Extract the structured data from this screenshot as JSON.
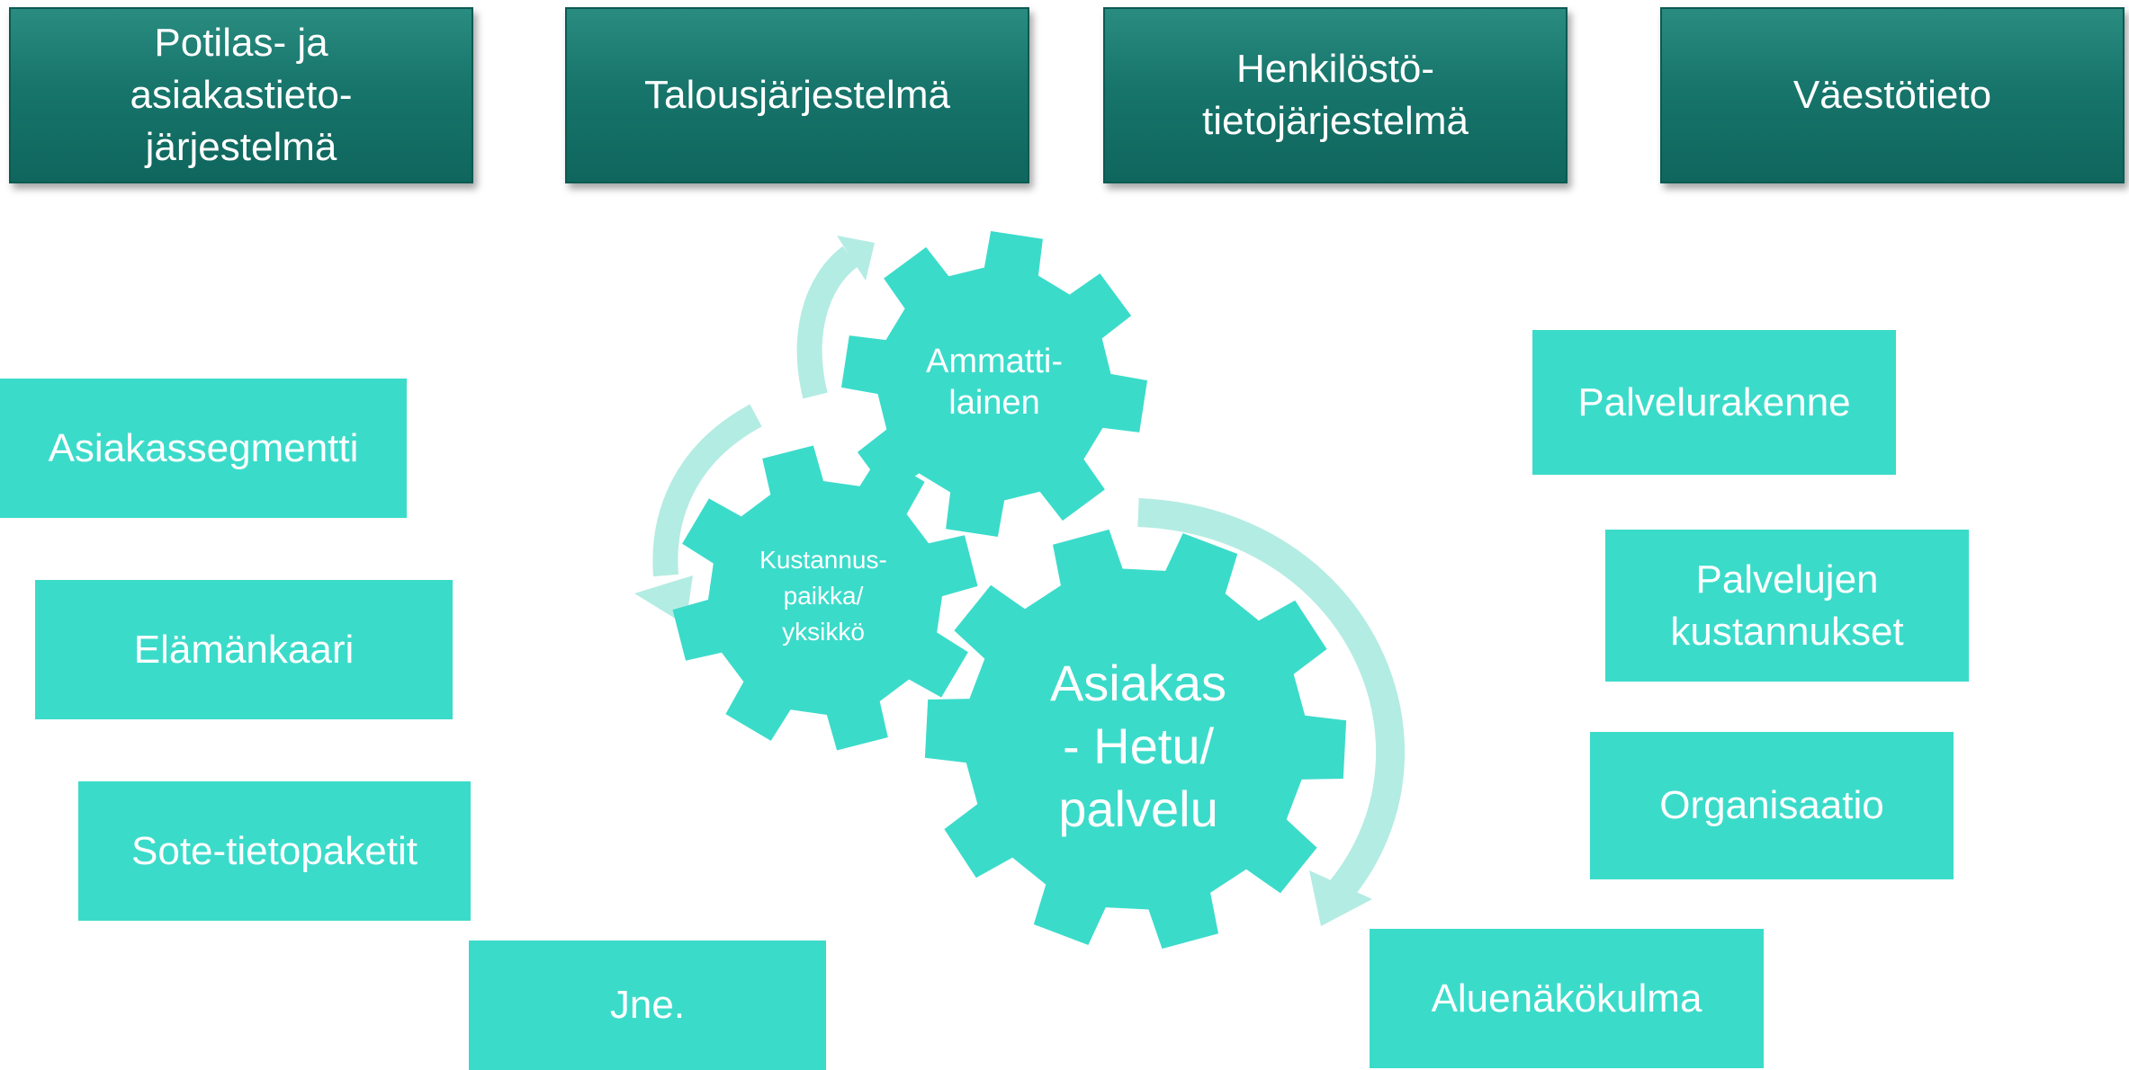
{
  "systems": [
    {
      "label": "Potilas- ja\nasiakastieto-\njärjestelmä"
    },
    {
      "label": "Talousjärjestelmä"
    },
    {
      "label": "Henkilöstö-\ntietojärjestelmä"
    },
    {
      "label": "Väestötieto"
    }
  ],
  "left_boxes": [
    {
      "label": "Asiakassegmentti"
    },
    {
      "label": "Elämänkaari"
    },
    {
      "label": "Sote-tietopaketit"
    },
    {
      "label": "Jne."
    }
  ],
  "right_boxes": [
    {
      "label": "Palvelurakenne"
    },
    {
      "label": "Palvelujen\nkustannukset"
    },
    {
      "label": "Organisaatio"
    },
    {
      "label": "Aluenäkökulma"
    }
  ],
  "gears": {
    "professional": "Ammatti-\nlainen",
    "cost_center": "Kustannus-\npaikka/\nyksikkö",
    "customer": "Asiakas\n- Hetu/\npalvelu"
  },
  "colors": {
    "system_box": "#17756b",
    "topic_box": "#3bdbca",
    "gear": "#3bdbca",
    "cycle_arrow": "#b3ece3"
  }
}
